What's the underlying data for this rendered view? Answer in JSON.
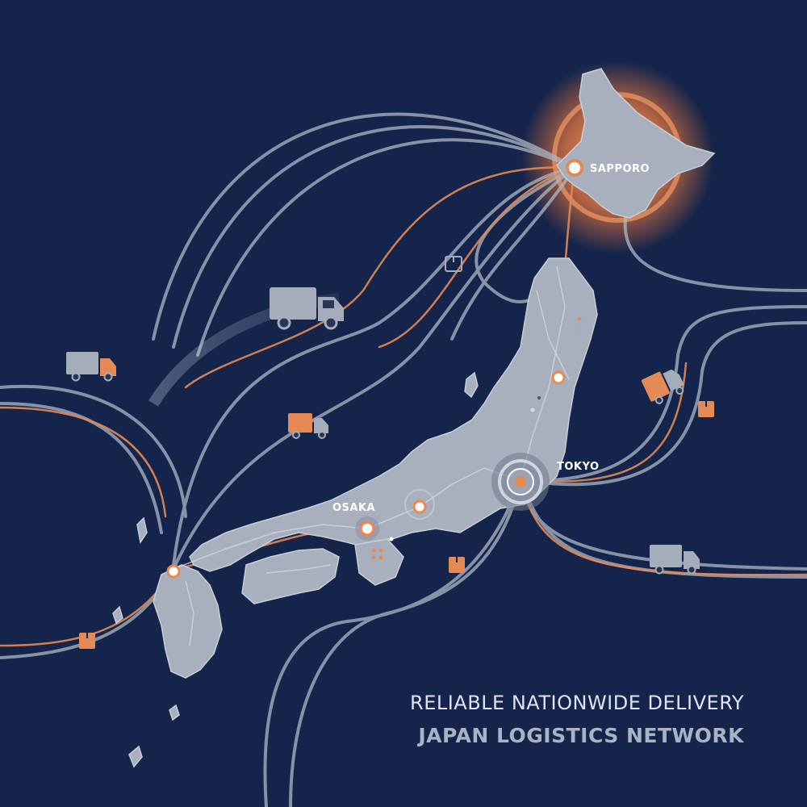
{
  "tagline": "RELIABLE NATIONWIDE DELIVERY",
  "headline": "JAPAN LOGISTICS NETWORK",
  "cities": {
    "sapporo": "SAPPORO",
    "tokyo": "TOKYO",
    "osaka": "OSAKA"
  },
  "colors": {
    "background": "#14244a",
    "land": "#a8afbd",
    "route": "#b7bfcc",
    "accent": "#e58a55"
  },
  "icons": [
    "truck-icon",
    "package-icon",
    "city-hub-icon"
  ]
}
